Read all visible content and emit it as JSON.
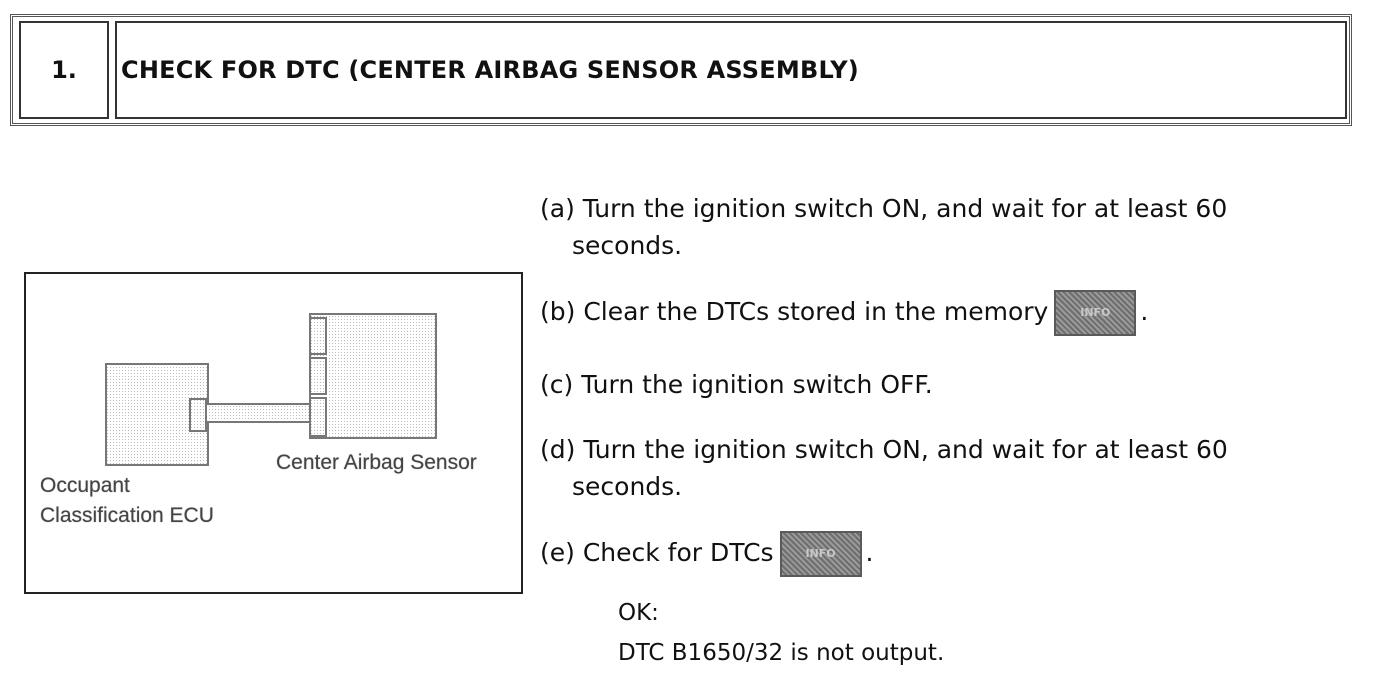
{
  "header": {
    "step_number": "1.",
    "title": "CHECK FOR DTC (CENTER AIRBAG SENSOR ASSEMBLY)"
  },
  "figure": {
    "label_sensor": "Center Airbag Sensor",
    "label_ecu_line1": "Occupant",
    "label_ecu_line2": "Classification ECU"
  },
  "steps": [
    {
      "line1": "(a) Turn the ignition switch ON, and wait for at least 60",
      "line2": "seconds."
    },
    {
      "text": "(b) Clear the DTCs stored in the memory",
      "button": "INFO",
      "suffix": "."
    },
    {
      "text": "(c) Turn the ignition switch OFF."
    },
    {
      "line1": "(d) Turn the ignition switch ON, and wait for at least 60",
      "line2": "seconds."
    },
    {
      "text": "(e) Check for DTCs",
      "button": "INFO",
      "suffix": "."
    }
  ],
  "result": {
    "label": "OK:",
    "text": "DTC B1650/32 is not output."
  }
}
